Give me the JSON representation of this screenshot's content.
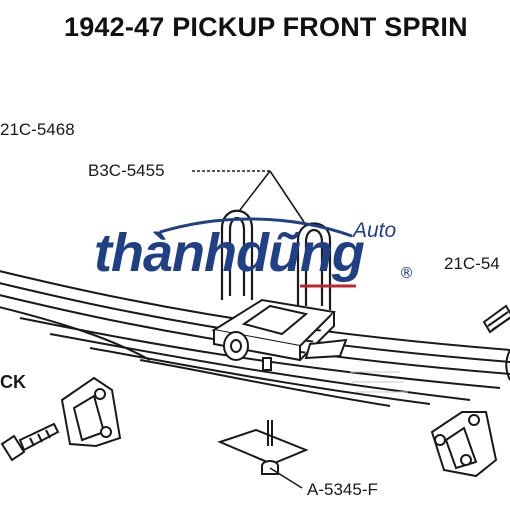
{
  "title": "1942-47 PICKUP FRONT SPRIN",
  "callouts": {
    "part_21c_5468": "21C-5468",
    "part_b3c_5455": "B3C-5455",
    "part_21c_54": "21C-54",
    "part_a_5345_f": "A-5345-F",
    "fragment_ck": "CK"
  },
  "watermark": {
    "brand_main": "thànhdũng",
    "brand_sub": "Auto",
    "registered_mark": "®",
    "color": "#1f3f86",
    "accent_color": "#c0242c"
  },
  "colors": {
    "line_art": "#1a1a1a",
    "background": "#ffffff"
  }
}
